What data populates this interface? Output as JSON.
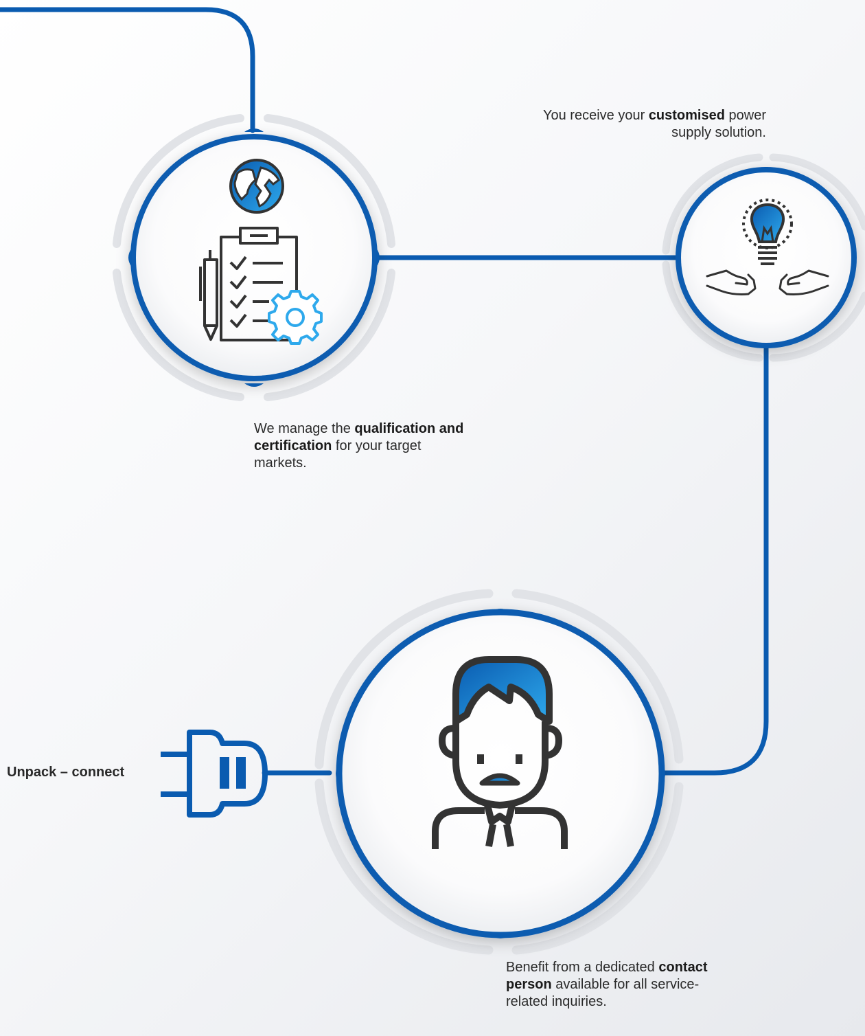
{
  "colors": {
    "accent": "#0a5bb0",
    "accent_light": "#2ea9ec",
    "ring_gray": "#e1e3e7",
    "icon_dark": "#333333"
  },
  "steps": [
    {
      "id": "solution",
      "icon": "lightbulb-hands-icon",
      "text_before": "You receive your ",
      "text_bold": "customised",
      "text_after": " power supply solution."
    },
    {
      "id": "qualification",
      "icon": "globe-checklist-gear-icon",
      "text_before": "We manage the ",
      "text_bold": "qualification and certification",
      "text_after": " for your target markets."
    },
    {
      "id": "contact",
      "icon": "contact-person-icon",
      "text_before": "Benefit from a dedicated ",
      "text_bold": "contact person",
      "text_after": " available for all service-related inquiries."
    },
    {
      "id": "unpack",
      "icon": "power-plug-icon",
      "text_bold": "Unpack – connect"
    }
  ]
}
